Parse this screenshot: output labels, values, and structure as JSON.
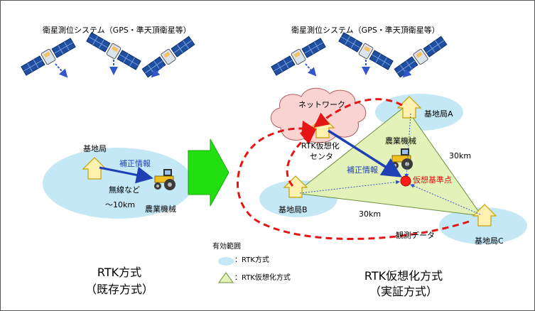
{
  "left": {
    "header": "衛星測位システム（GPS・準天頂衛星等）",
    "base_station": "基地局",
    "correction": "補正情報",
    "radio": "無線など",
    "range": "～10km",
    "machine": "農業機械",
    "title_line1": "RTK方式",
    "title_line2": "（既存方式）"
  },
  "right": {
    "header": "衛星測位システム（GPS・準天頂衛星等）",
    "network": "ネットワーク",
    "center_line1": "RTK仮想化",
    "center_line2": "センタ",
    "base_a": "基地局A",
    "base_b": "基地局B",
    "base_c": "基地局C",
    "machine": "農業機械",
    "virtual_point": "仮想基準点",
    "correction": "補正情報",
    "dist_ab": "30km",
    "dist_ac": "30km",
    "obs_data": "観測データ",
    "title_line1": "RTK仮想化方式",
    "title_line2": "（実証方式）"
  },
  "legend": {
    "heading": "有効範囲",
    "rtk": "：RTK方式",
    "rtk_virtual": "：RTK仮想化方式"
  },
  "colors": {
    "ellipse": "#c5e8f7",
    "triangle": "#e3f2b8",
    "arrow_green": "#22e010",
    "dashed_red": "#e51515",
    "arrow_blue": "#1f3fb5",
    "station": "#fff2b0"
  }
}
